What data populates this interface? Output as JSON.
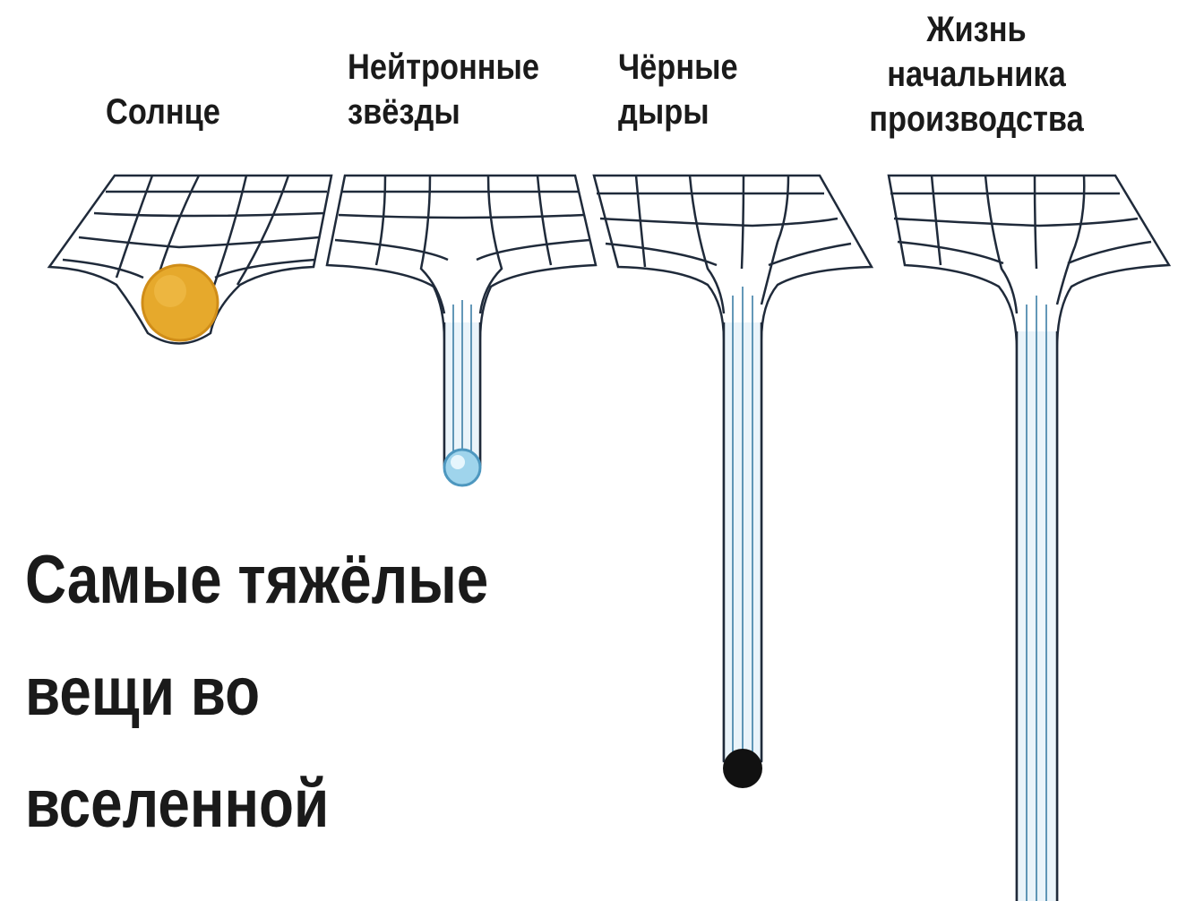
{
  "labels": {
    "sun": "Солнце",
    "neutron_stars": "Нейтронные\nзвёзды",
    "black_holes": "Чёрные\nдыры",
    "boss_life": "Жизнь\nначальника\nпроизводства"
  },
  "headline": "Самые тяжёлые\nвещи во\nвселенной",
  "colors": {
    "grid_stroke": "#1f2a3a",
    "grid_fill": "#ffffff",
    "tube_fill": "#eaf4fa",
    "tube_line": "#3d7fa6",
    "sun": "#e6a92c",
    "neutron_star": "#9fd4ec",
    "black_hole": "#111111",
    "text": "#1a1a1a"
  }
}
